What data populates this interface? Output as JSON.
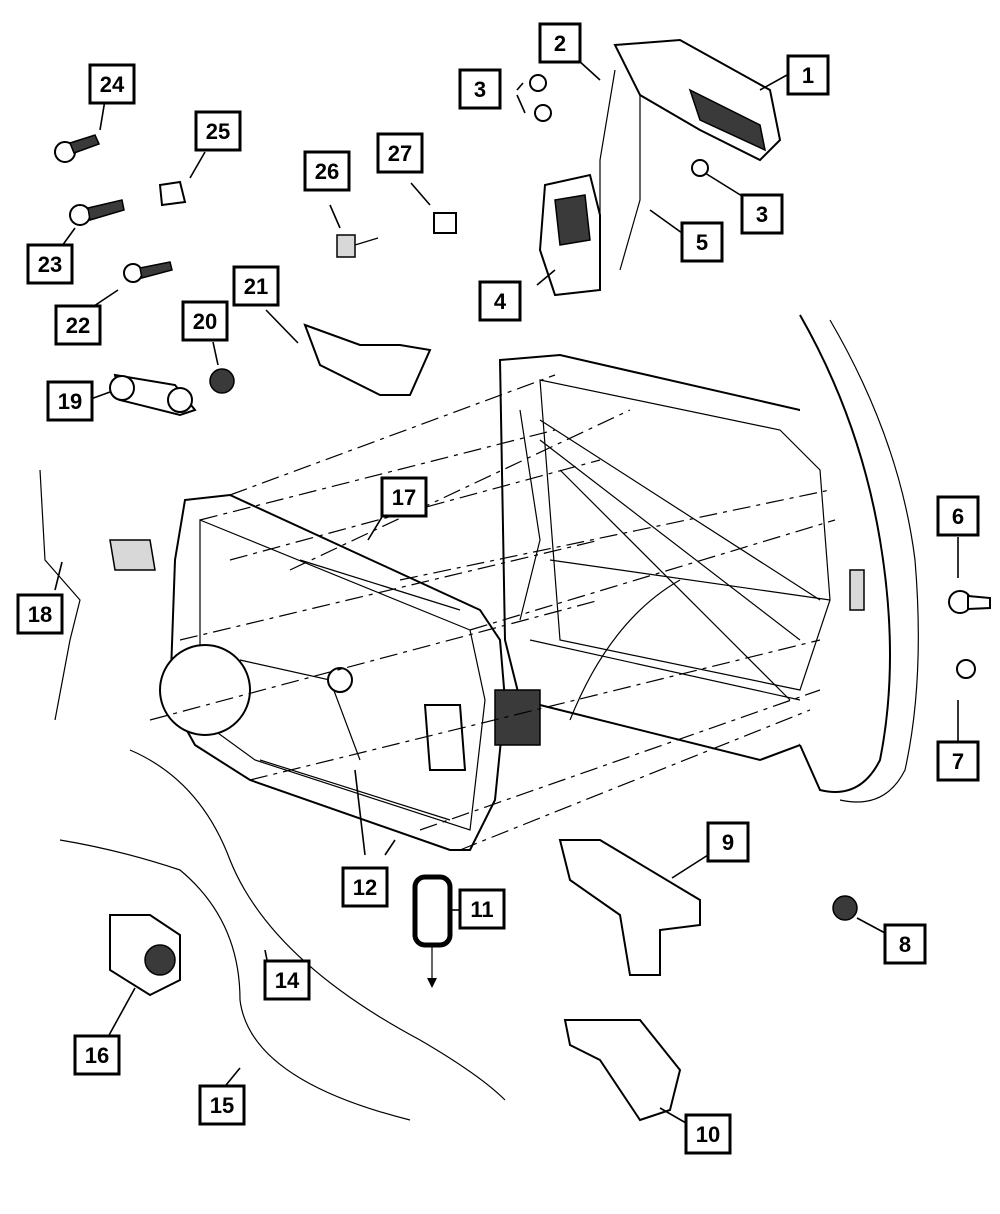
{
  "callouts": [
    {
      "id": "c1",
      "label": "1"
    },
    {
      "id": "c2",
      "label": "2"
    },
    {
      "id": "c3a",
      "label": "3"
    },
    {
      "id": "c3b",
      "label": "3"
    },
    {
      "id": "c4",
      "label": "4"
    },
    {
      "id": "c5",
      "label": "5"
    },
    {
      "id": "c6",
      "label": "6"
    },
    {
      "id": "c7",
      "label": "7"
    },
    {
      "id": "c8",
      "label": "8"
    },
    {
      "id": "c9",
      "label": "9"
    },
    {
      "id": "c10",
      "label": "10"
    },
    {
      "id": "c11",
      "label": "11"
    },
    {
      "id": "c12",
      "label": "12"
    },
    {
      "id": "c14",
      "label": "14"
    },
    {
      "id": "c15",
      "label": "15"
    },
    {
      "id": "c16",
      "label": "16"
    },
    {
      "id": "c17",
      "label": "17"
    },
    {
      "id": "c18",
      "label": "18"
    },
    {
      "id": "c19",
      "label": "19"
    },
    {
      "id": "c20",
      "label": "20"
    },
    {
      "id": "c21",
      "label": "21"
    },
    {
      "id": "c22",
      "label": "22"
    },
    {
      "id": "c23",
      "label": "23"
    },
    {
      "id": "c24",
      "label": "24"
    },
    {
      "id": "c25",
      "label": "25"
    },
    {
      "id": "c26",
      "label": "26"
    },
    {
      "id": "c27",
      "label": "27"
    }
  ]
}
